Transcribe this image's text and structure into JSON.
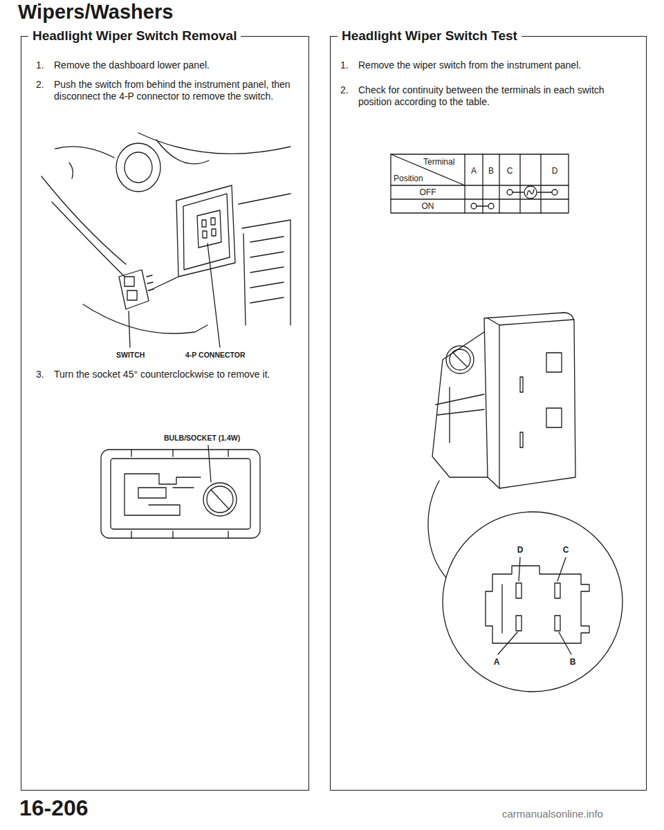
{
  "diagram": {
    "title": "Wipers/Washers",
    "nodes": [
      {
        "text": [
          "Headlight Wiper Switch Removal"
        ]
      },
      {
        "text": [
          "Headlight Wiper Switch Test"
        ]
      }
    ],
    "labels": [
      "1.",
      "Remove the dashboard lower panel.",
      "2.",
      "Push the switch from behind the instrument panel, then disconnect the 4-P connector to remove the switch.",
      "SWITCH",
      "4-P CONNECTOR",
      "3.",
      "Turn the socket 45° counterclockwise to remove it.",
      "BULB/SOCKET (1.4W)",
      "1.",
      "Remove the wiper switch from the instrument panel.",
      "2.",
      "Check for continuity between the terminals in each switch position according to the table.",
      "Terminal",
      "Position",
      "A",
      "B",
      "C",
      "D",
      "OFF",
      "ON",
      "D",
      "C",
      "A",
      "B",
      "16-206",
      "carmanualsonline.info"
    ]
  }
}
